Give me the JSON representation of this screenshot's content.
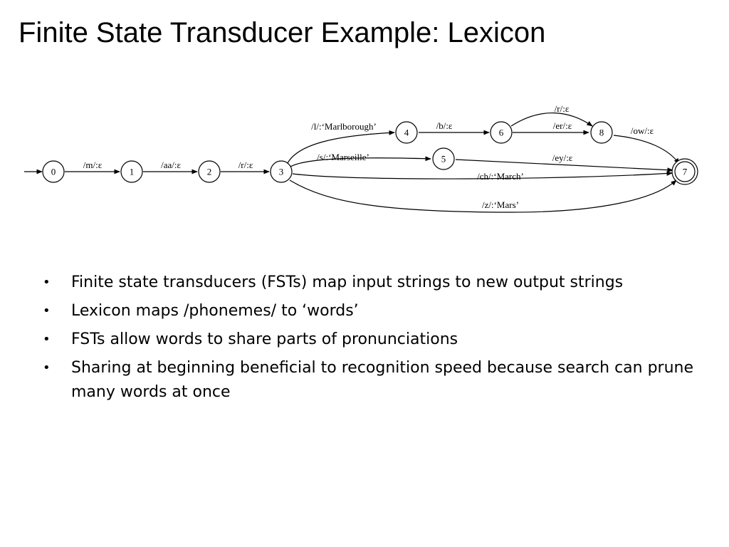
{
  "slide": {
    "title": "Finite State Transducer Example: Lexicon"
  },
  "diagram": {
    "states": [
      "0",
      "1",
      "2",
      "3",
      "4",
      "5",
      "6",
      "7",
      "8"
    ],
    "edges": {
      "e01": "/m/:ε",
      "e12": "/aa/:ε",
      "e23": "/r/:ε",
      "e34": "/l/:‘Marlborough’",
      "e46": "/b/:ε",
      "e68_top": "/r/:ε",
      "e68_bottom": "/er/:ε",
      "e87": "/ow/:ε",
      "e35": "/s/:‘Marseille’",
      "e57": "/ey/:ε",
      "e37_ch": "/ch/:‘March’",
      "e37_z": "/z/:‘Mars’"
    }
  },
  "bullets": [
    "Finite state transducers (FSTs) map input strings to new output strings",
    "Lexicon maps /phonemes/ to ‘words’",
    "FSTs allow words to share parts of pronunciations",
    "Sharing at beginning beneficial to recognition speed because search can prune many words at once"
  ],
  "bullet_symbol": "•"
}
